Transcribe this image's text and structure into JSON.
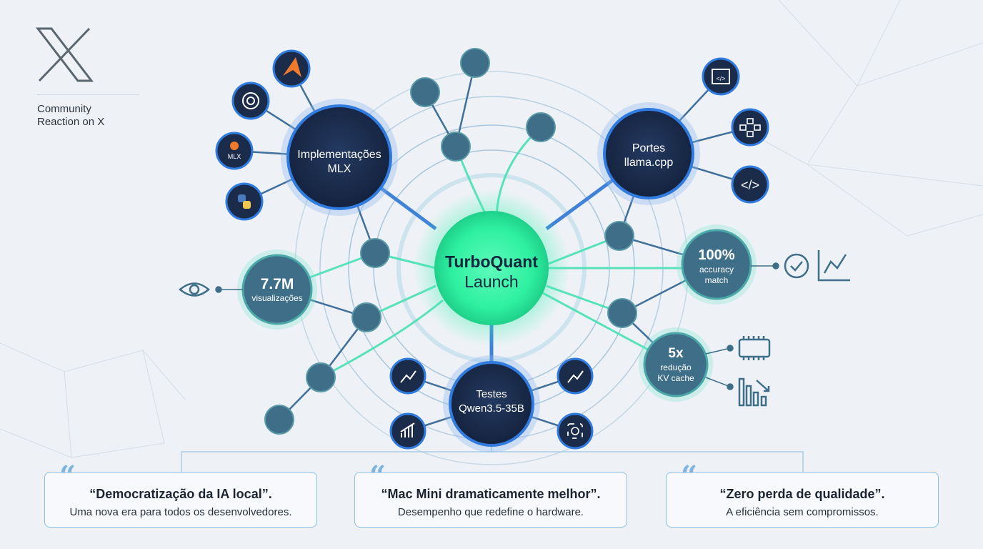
{
  "header": {
    "logo": "X",
    "title_line1": "Community",
    "title_line2": "Reaction on X"
  },
  "center": {
    "line1": "TurboQuant",
    "line2": "Launch"
  },
  "hubs": {
    "mlx": {
      "line1": "Implementações",
      "line2": "MLX",
      "icons": [
        "matlab-icon",
        "openai-icon",
        "mlx-icon",
        "python-icon"
      ],
      "mlx_icon_text": "MLX"
    },
    "llama": {
      "line1": "Portes",
      "line2": "llama.cpp",
      "icons": [
        "code-window-icon",
        "network-icon",
        "code-icon"
      ]
    },
    "views": {
      "value": "7.7M",
      "label": "visualizações"
    },
    "accuracy": {
      "value": "100%",
      "label1": "accuracy",
      "label2": "match"
    },
    "kv": {
      "value": "5x",
      "label1": "redução",
      "label2": "KV cache"
    },
    "tests": {
      "line1": "Testes",
      "line2": "Qwen3.5-35B"
    }
  },
  "quotes": [
    {
      "quote": "“Democratização da IA local”.",
      "sub": "Uma nova era para todos os desenvolvedores."
    },
    {
      "quote": "“Mac Mini dramaticamente melhor”.",
      "sub": "Desempenho que redefine o hardware."
    },
    {
      "quote": "“Zero perda de qualidade”.",
      "sub": "A eficiência sem compromissos."
    }
  ],
  "colors": {
    "background": "#eef2f6",
    "navy": "#1b2b4a",
    "blue_ring": "#2f7be0",
    "teal": "#3f6f88",
    "green": "#2ef0a0"
  }
}
